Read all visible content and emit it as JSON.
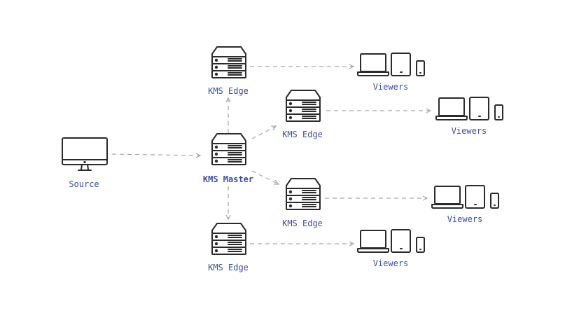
{
  "nodes": {
    "source": {
      "label": "Source",
      "icon": "desktop-monitor-icon"
    },
    "master": {
      "label": "KMS Master",
      "icon": "server-rack-icon"
    },
    "edge_top": {
      "label": "KMS Edge",
      "icon": "server-rack-icon"
    },
    "edge_upper": {
      "label": "KMS Edge",
      "icon": "server-rack-icon"
    },
    "edge_lower": {
      "label": "KMS Edge",
      "icon": "server-rack-icon"
    },
    "edge_bottom": {
      "label": "KMS Edge",
      "icon": "server-rack-icon"
    },
    "viewers_top": {
      "label": "Viewers",
      "icon": "devices-icon"
    },
    "viewers_upper": {
      "label": "Viewers",
      "icon": "devices-icon"
    },
    "viewers_lower": {
      "label": "Viewers",
      "icon": "devices-icon"
    },
    "viewers_bottom": {
      "label": "Viewers",
      "icon": "devices-icon"
    }
  },
  "edges": [
    {
      "from": "source",
      "to": "master"
    },
    {
      "from": "master",
      "to": "edge_top"
    },
    {
      "from": "master",
      "to": "edge_upper"
    },
    {
      "from": "master",
      "to": "edge_lower"
    },
    {
      "from": "master",
      "to": "edge_bottom"
    },
    {
      "from": "edge_top",
      "to": "viewers_top"
    },
    {
      "from": "edge_upper",
      "to": "viewers_upper"
    },
    {
      "from": "edge_lower",
      "to": "viewers_lower"
    },
    {
      "from": "edge_bottom",
      "to": "viewers_bottom"
    }
  ],
  "colors": {
    "label": "#3a4fa8",
    "icon_stroke": "#2b2b2b",
    "connector": "#a6a6a6",
    "background": "#ffffff"
  }
}
